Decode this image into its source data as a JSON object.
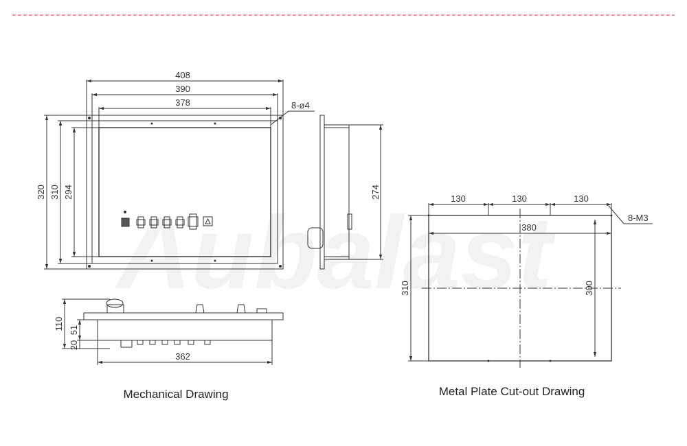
{
  "watermark": "Aubalast",
  "colors": {
    "divider": "#e53935",
    "line": "#333333",
    "caption": "#222222"
  },
  "mechanical": {
    "caption": "Mechanical Drawing",
    "dims": {
      "w408": "408",
      "w390": "390",
      "w378": "378",
      "holes": "8-ø4",
      "h320": "320",
      "h310": "310",
      "h294": "294",
      "depth274": "274",
      "h110": "110",
      "h51": "51",
      "h20": "20",
      "w362": "362"
    }
  },
  "cutout": {
    "caption": "Metal Plate Cut-out Drawing",
    "dims": {
      "s1": "130",
      "s2": "130",
      "s3": "130",
      "thread": "8-M3",
      "w380": "380",
      "h310": "310",
      "h300": "300"
    }
  }
}
